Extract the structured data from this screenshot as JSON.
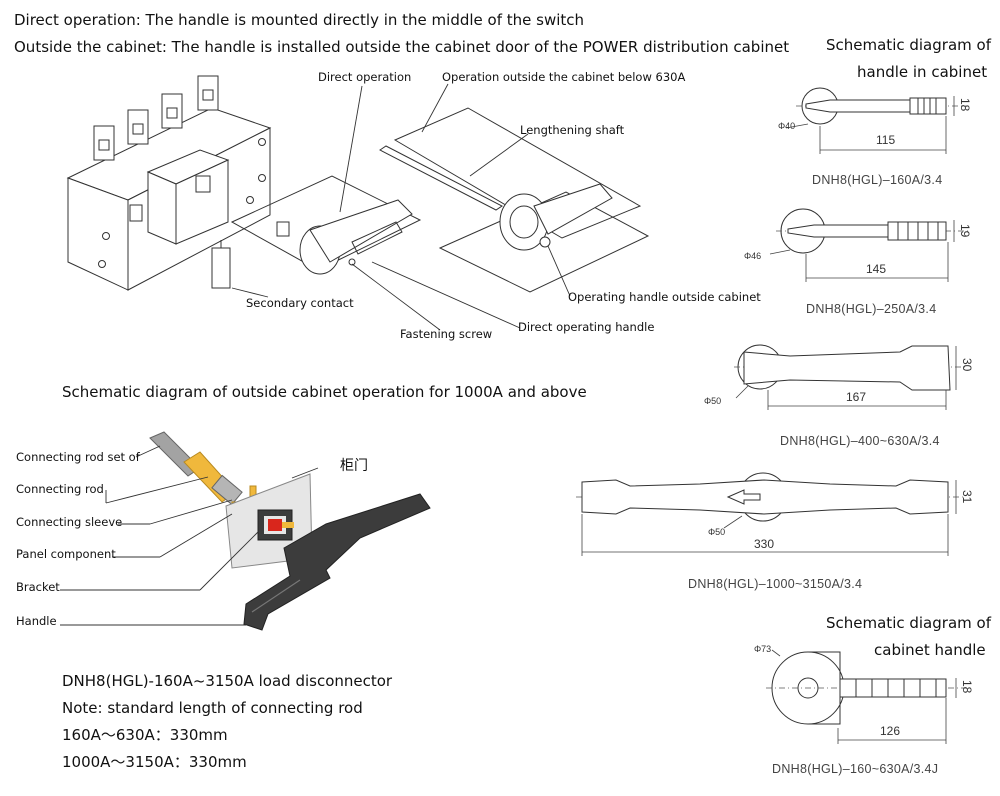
{
  "header": {
    "line1": "Direct operation: The handle is mounted directly in the middle of the switch",
    "line2": "Outside the cabinet: The handle is installed outside the cabinet door of the POWER distribution cabinet"
  },
  "top_diagram": {
    "labels": {
      "direct_operation": "Direct operation",
      "outside_below_630": "Operation outside the cabinet below 630A",
      "lengthening_shaft": "Lengthening shaft",
      "operating_handle_outside": "Operating handle outside cabinet",
      "secondary_contact": "Secondary contact",
      "fastening_screw": "Fastening screw",
      "direct_operating_handle": "Direct operating handle"
    }
  },
  "bottom_diagram": {
    "title": "Schematic diagram of outside cabinet operation for 1000A and above",
    "labels": [
      "Connecting rod set of",
      "Connecting rod",
      "Connecting sleeve",
      "Panel component",
      "Bracket",
      "Handle"
    ],
    "cabinet_door": "柜门",
    "colors": {
      "rod": "#f0b83c",
      "grey": "#9a9a9a",
      "red": "#d9261c",
      "dark": "#3c3c3c"
    }
  },
  "notes": {
    "product": "DNH8(HGL)-160A~3150A load disconnector",
    "note": "Note: standard length of connecting rod",
    "range1": "160A～630A：330mm",
    "range2": "1000A～3150A：330mm"
  },
  "right_panel": {
    "title_in_cabinet_1": "Schematic diagram of",
    "title_in_cabinet_2": "handle in cabinet",
    "title_cabinet_1": "Schematic diagram of",
    "title_cabinet_2": "cabinet handle",
    "handles": [
      {
        "dia": "Φ40",
        "len": "115",
        "h": "18",
        "caption": "DNH8(HGL)–160A/3.4"
      },
      {
        "dia": "Φ46",
        "len": "145",
        "h": "19",
        "caption": "DNH8(HGL)–250A/3.4"
      },
      {
        "dia": "Φ50",
        "len": "167",
        "h": "30",
        "caption": "DNH8(HGL)–400~630A/3.4"
      },
      {
        "dia": "Φ50",
        "len": "330",
        "h": "31",
        "caption": "DNH8(HGL)–1000~3150A/3.4"
      },
      {
        "dia": "Φ73",
        "len": "126",
        "h": "18",
        "caption": "DNH8(HGL)–160~630A/3.4J"
      }
    ]
  }
}
